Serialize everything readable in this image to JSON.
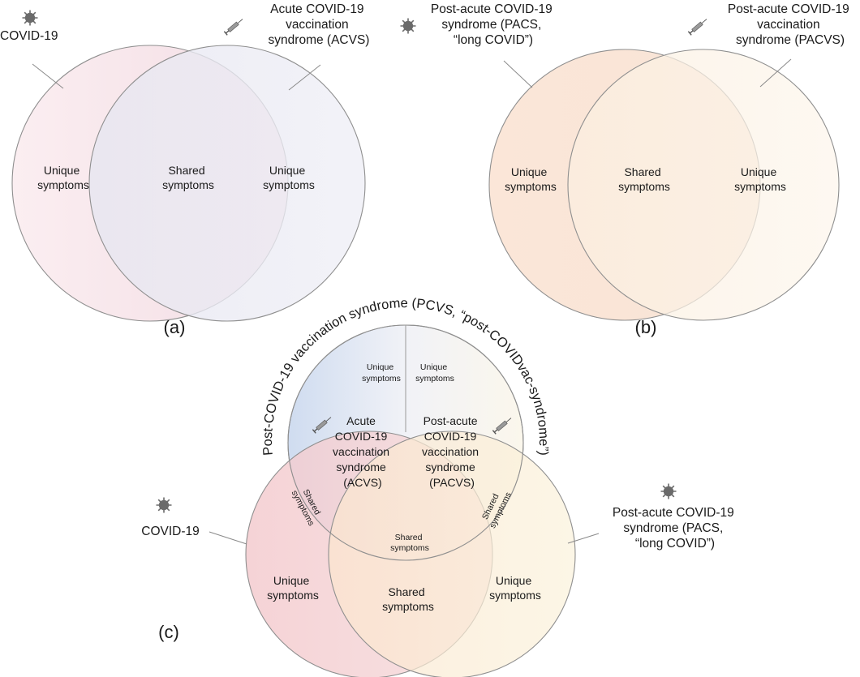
{
  "panel_a": {
    "left_label": "COVID-19",
    "right_label": [
      "Acute COVID-19",
      "vaccination",
      "syndrome (ACVS)"
    ],
    "left_region": [
      "Unique",
      "symptoms"
    ],
    "center_region": [
      "Shared",
      "symptoms"
    ],
    "right_region": [
      "Unique",
      "symptoms"
    ],
    "caption": "(a)"
  },
  "panel_b": {
    "left_label": [
      "Post-acute COVID-19",
      "syndrome (PACS,",
      "“long COVID”)"
    ],
    "right_label": [
      "Post-acute COVID-19",
      "vaccination",
      "syndrome (PACVS)"
    ],
    "left_region": [
      "Unique",
      "symptoms"
    ],
    "center_region": [
      "Shared",
      "symptoms"
    ],
    "right_region": [
      "Unique",
      "symptoms"
    ],
    "caption": "(b)"
  },
  "panel_c": {
    "arc_label": "Post-COVID-19 vaccination syndrome (PCVS, “post-COVIDvac-syndrome”)",
    "top_left_unique": [
      "Unique",
      "symptoms"
    ],
    "top_right_unique": [
      "Unique",
      "symptoms"
    ],
    "acvs_label": [
      "Acute",
      "COVID-19",
      "vaccination",
      "syndrome",
      "(ACVS)"
    ],
    "pacvs_label": [
      "Post-acute",
      "COVID-19",
      "vaccination",
      "syndrome",
      "(PACVS)"
    ],
    "left_shared_small": [
      "Shared",
      "symptoms"
    ],
    "right_shared_small": [
      "Shared",
      "symptoms"
    ],
    "center_shared_small": [
      "Shared",
      "symptoms"
    ],
    "left_label": "COVID-19",
    "right_label": [
      "Post-acute COVID-19",
      "syndrome (PACS,",
      "“long COVID”)"
    ],
    "bottom_left_unique": [
      "Unique",
      "symptoms"
    ],
    "bottom_center_shared": [
      "Shared",
      "symptoms"
    ],
    "bottom_right_unique": [
      "Unique",
      "symptoms"
    ],
    "caption": "(c)"
  },
  "icons": [
    "virus-icon",
    "syringe-icon"
  ],
  "colors": {
    "covid_fill": "#f7dde2",
    "acvs_fill": "#e4e6f3",
    "pacs_fill": "#fbe3d3",
    "pacvs_fill": "#fbf0de",
    "virus": "#6b6b6b",
    "outline": "#8f8f8f"
  }
}
